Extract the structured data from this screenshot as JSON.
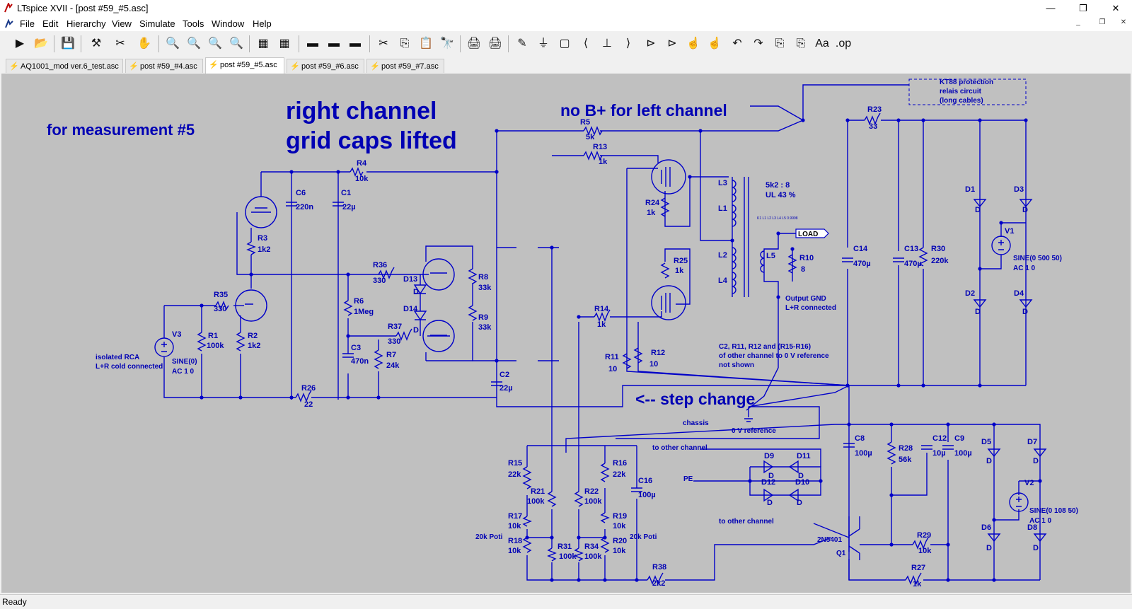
{
  "window": {
    "title": "LTspice XVII - [post #59_#5.asc]",
    "minimize": "—",
    "maximize": "❐",
    "close": "✕"
  },
  "menu": {
    "items": [
      "File",
      "Edit",
      "Hierarchy",
      "View",
      "Simulate",
      "Tools",
      "Window",
      "Help"
    ],
    "mdi_controls": [
      "_",
      "❐",
      "✕"
    ]
  },
  "toolbar": {
    "buttons": [
      "▶",
      "📂",
      "💾",
      "⚒",
      "✂",
      "✋",
      "🔍",
      "🔍",
      "🔍",
      "🔍",
      "▦",
      "▦",
      "▬",
      "▬",
      "▬",
      "✂",
      "⎘",
      "📋",
      "🔭",
      "🖨",
      "🖨",
      "✎",
      "⏚",
      "▢",
      "⟨",
      "⊥",
      "⟩",
      "⊳",
      "⊳",
      "☝",
      "☝",
      "↶",
      "↷",
      "⎘",
      "⎘",
      "Aa",
      ".op"
    ]
  },
  "tabs": [
    {
      "label": "AQ1001_mod ver.6_test.asc",
      "active": false
    },
    {
      "label": "post #59_#4.asc",
      "active": false
    },
    {
      "label": "post #59_#5.asc",
      "active": true
    },
    {
      "label": "post #59_#6.asc",
      "active": false
    },
    {
      "label": "post #59_#7.asc",
      "active": false
    }
  ],
  "schematic": {
    "headline1": "right channel",
    "headline2": "grid caps lifted",
    "measurement": "for measurement #5",
    "no_b_plus": "no B+ for left channel",
    "step_change": "<-- step change",
    "kt88_1": "KT88 protection",
    "kt88_2": "relais circuit",
    "kt88_3": "(long cables)",
    "xfmr_ratio": "5k2 : 8",
    "xfmr_ul": "UL 43 %",
    "load": "LOAD",
    "output_gnd1": "Output GND",
    "output_gnd2": "L+R connected",
    "note1": "C2, R11, R12 and (R15-R16)",
    "note2": "of other channel to 0 V reference",
    "note3": "not shown",
    "isolated1": "isolated RCA",
    "isolated2": "L+R cold connected",
    "chassis": "chassis",
    "zero_ref": "0 V reference",
    "to_other1": "to other channel",
    "to_other2": "to other channel",
    "pe": "PE",
    "poti1": "20k Poti",
    "poti2": "20k Poti",
    "v1_1": "SINE(0 500 50)",
    "v1_2": "AC 1 0",
    "v2_1": "SINE(0 108 50)",
    "v2_2": "AC 1 0",
    "v3_1": "SINE(0)",
    "v3_2": "AC 1 0",
    "q1_model": "2N5401",
    "q1": "Q1",
    "tiny_spice": "K1 L1 L2 L3 L4 L5 0.9998"
  },
  "components": [
    {
      "ref": "R5",
      "val": "5k"
    },
    {
      "ref": "R13",
      "val": "1k"
    },
    {
      "ref": "R4",
      "val": "10k"
    },
    {
      "ref": "C6",
      "val": "220n"
    },
    {
      "ref": "C1",
      "val": "22µ"
    },
    {
      "ref": "R3",
      "val": "1k2"
    },
    {
      "ref": "R36",
      "val": "330"
    },
    {
      "ref": "R35",
      "val": "330"
    },
    {
      "ref": "R1",
      "val": "100k"
    },
    {
      "ref": "R2",
      "val": "1k2"
    },
    {
      "ref": "V3",
      "val": ""
    },
    {
      "ref": "R6",
      "val": "1Meg"
    },
    {
      "ref": "R37",
      "val": "330"
    },
    {
      "ref": "C3",
      "val": "470n"
    },
    {
      "ref": "R7",
      "val": "24k"
    },
    {
      "ref": "R26",
      "val": "22"
    },
    {
      "ref": "D13",
      "val": "D"
    },
    {
      "ref": "D14",
      "val": "D"
    },
    {
      "ref": "R8",
      "val": "33k"
    },
    {
      "ref": "R9",
      "val": "33k"
    },
    {
      "ref": "C2",
      "val": "22µ"
    },
    {
      "ref": "R24",
      "val": "1k"
    },
    {
      "ref": "R25",
      "val": "1k"
    },
    {
      "ref": "R14",
      "val": "1k"
    },
    {
      "ref": "R11",
      "val": "10"
    },
    {
      "ref": "R12",
      "val": "10"
    },
    {
      "ref": "L3",
      "val": ""
    },
    {
      "ref": "L1",
      "val": ""
    },
    {
      "ref": "L2",
      "val": ""
    },
    {
      "ref": "L4",
      "val": ""
    },
    {
      "ref": "L5",
      "val": ""
    },
    {
      "ref": "R10",
      "val": "8"
    },
    {
      "ref": "R23",
      "val": "33"
    },
    {
      "ref": "C14",
      "val": "470µ"
    },
    {
      "ref": "C13",
      "val": "470µ"
    },
    {
      "ref": "R30",
      "val": "220k"
    },
    {
      "ref": "D1",
      "val": "D"
    },
    {
      "ref": "D3",
      "val": "D"
    },
    {
      "ref": "D2",
      "val": "D"
    },
    {
      "ref": "D4",
      "val": "D"
    },
    {
      "ref": "V1",
      "val": ""
    },
    {
      "ref": "R15",
      "val": "22k"
    },
    {
      "ref": "R21",
      "val": "100k"
    },
    {
      "ref": "R17",
      "val": "10k"
    },
    {
      "ref": "R18",
      "val": "10k"
    },
    {
      "ref": "R31",
      "val": "100k"
    },
    {
      "ref": "R22",
      "val": "100k"
    },
    {
      "ref": "R34",
      "val": "100k"
    },
    {
      "ref": "R16",
      "val": "22k"
    },
    {
      "ref": "R19",
      "val": "10k"
    },
    {
      "ref": "R20",
      "val": "10k"
    },
    {
      "ref": "C16",
      "val": "100µ"
    },
    {
      "ref": "R38",
      "val": "2k2"
    },
    {
      "ref": "C8",
      "val": "100µ"
    },
    {
      "ref": "R28",
      "val": "56k"
    },
    {
      "ref": "C12",
      "val": "10µ"
    },
    {
      "ref": "C9",
      "val": "100µ"
    },
    {
      "ref": "D5",
      "val": "D"
    },
    {
      "ref": "D7",
      "val": "D"
    },
    {
      "ref": "D6",
      "val": "D"
    },
    {
      "ref": "D8",
      "val": "D"
    },
    {
      "ref": "V2",
      "val": ""
    },
    {
      "ref": "R29",
      "val": "10k"
    },
    {
      "ref": "R27",
      "val": "1k"
    },
    {
      "ref": "D9",
      "val": "D"
    },
    {
      "ref": "D11",
      "val": "D"
    },
    {
      "ref": "D12",
      "val": "D"
    },
    {
      "ref": "D10",
      "val": "D"
    }
  ],
  "status": "Ready",
  "colors": {
    "wire": "#0000c8",
    "text": "#0000b4",
    "canvas": "#c0c0c0"
  }
}
